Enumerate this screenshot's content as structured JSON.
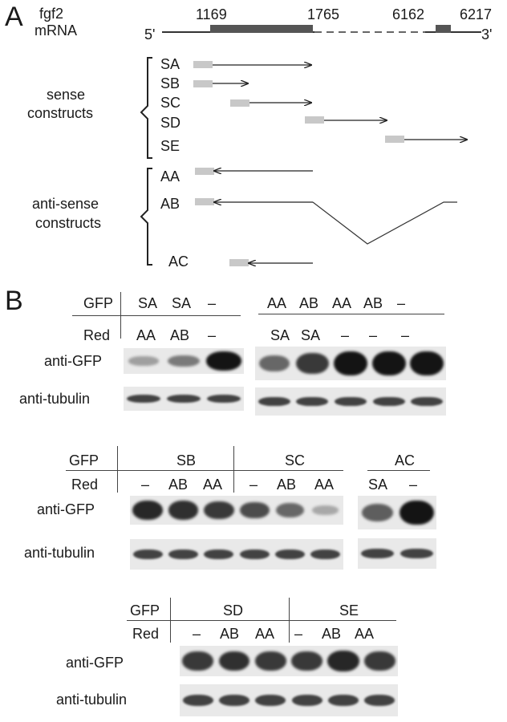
{
  "panelA": {
    "label": "A",
    "gene": "fgf2",
    "mol": "mRNA",
    "five": "5'",
    "three": "3'",
    "positions": [
      "1169",
      "1765",
      "6162",
      "6217"
    ],
    "sense_group": [
      "sense",
      "constructs"
    ],
    "antisense_group": [
      "anti-sense",
      "constructs"
    ],
    "sense": [
      "SA",
      "SB",
      "SC",
      "SD",
      "SE"
    ],
    "antisense": [
      "AA",
      "AB",
      "AC"
    ]
  },
  "panelB": {
    "label": "B",
    "row_gfp": "GFP",
    "row_red": "Red",
    "anti_gfp": "anti-GFP",
    "anti_tub": "anti-tubulin",
    "blot1": {
      "gfp": [
        "SA",
        "SA",
        "–"
      ],
      "red": [
        "AA",
        "AB",
        "–"
      ],
      "gfp_level": [
        0.25,
        0.45,
        1.0
      ]
    },
    "blot2": {
      "gfp": [
        "AA",
        "AB",
        "AA",
        "AB",
        "–"
      ],
      "red": [
        "SA",
        "SA",
        "–",
        "–",
        "–"
      ],
      "gfp_level": [
        0.55,
        0.8,
        1.0,
        1.0,
        1.0
      ]
    },
    "blot3": {
      "groups": [
        "SB",
        "SC"
      ],
      "red": [
        "–",
        "AB",
        "AA",
        "–",
        "AB",
        "AA"
      ],
      "gfp_level": [
        0.9,
        0.85,
        0.8,
        0.7,
        0.55,
        0.2
      ]
    },
    "blot4": {
      "group": "AC",
      "red": [
        "SA",
        "–"
      ],
      "gfp_level": [
        0.6,
        1.0
      ]
    },
    "blot5": {
      "groups": [
        "SD",
        "SE"
      ],
      "red": [
        "–",
        "AB",
        "AA",
        "–",
        "AB",
        "AA"
      ],
      "gfp_level": [
        0.8,
        0.85,
        0.8,
        0.8,
        0.9,
        0.8
      ]
    }
  }
}
